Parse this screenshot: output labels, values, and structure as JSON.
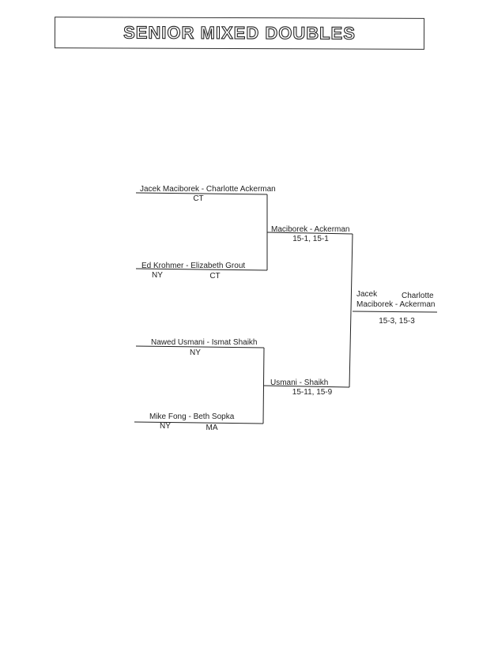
{
  "title": "SENIOR MIXED DOUBLES",
  "round1": [
    {
      "players": "Jacek Maciborek - Charlotte Ackerman",
      "states": [
        "CT"
      ]
    },
    {
      "players": "Ed Krohmer - Elizabeth Grout",
      "states": [
        "NY",
        "CT"
      ]
    },
    {
      "players": "Nawed Usmani - Ismat Shaikh",
      "states": [
        "NY"
      ]
    },
    {
      "players": "Mike Fong - Beth Sopka",
      "states": [
        "NY",
        "MA"
      ]
    }
  ],
  "semifinals": [
    {
      "winner": "Maciborek - Ackerman",
      "score": "15-1, 15-1"
    },
    {
      "winner": "Usmani - Shaikh",
      "score": "15-11, 15-9"
    }
  ],
  "final": {
    "first_name_1": "Jacek",
    "first_name_2": "Charlotte",
    "winner": "Maciborek - Ackerman",
    "score": "15-3, 15-3"
  }
}
